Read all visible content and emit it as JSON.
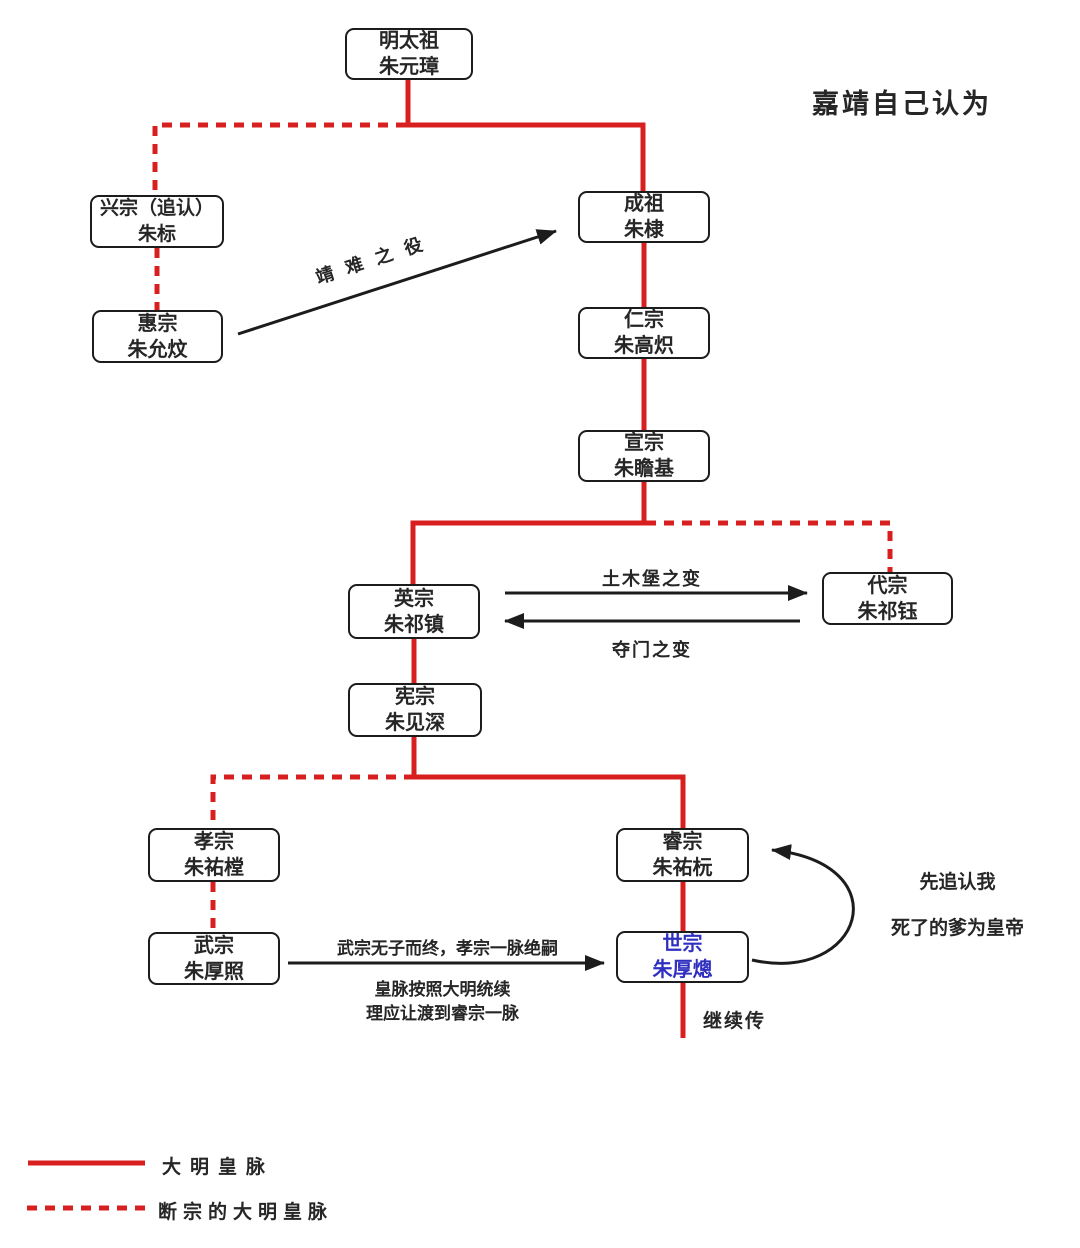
{
  "title": "嘉靖自己认为",
  "nodes": {
    "taizu": {
      "title": "明太祖",
      "name": "朱元璋"
    },
    "xingzong": {
      "title": "兴宗（追认）",
      "name": "朱标"
    },
    "huizong": {
      "title": "惠宗",
      "name": "朱允炆"
    },
    "chengzu": {
      "title": "成祖",
      "name": "朱棣"
    },
    "renzong": {
      "title": "仁宗",
      "name": "朱高炽"
    },
    "xuanzong": {
      "title": "宣宗",
      "name": "朱瞻基"
    },
    "yingzong": {
      "title": "英宗",
      "name": "朱祁镇"
    },
    "daizong": {
      "title": "代宗",
      "name": "朱祁钰"
    },
    "xianzong": {
      "title": "宪宗",
      "name": "朱见深"
    },
    "xiaozong": {
      "title": "孝宗",
      "name": "朱祐樘"
    },
    "wuzong": {
      "title": "武宗",
      "name": "朱厚照"
    },
    "ruizong": {
      "title": "睿宗",
      "name": "朱祐杬"
    },
    "shizong": {
      "title": "世宗",
      "name": "朱厚熜"
    }
  },
  "annotations": {
    "jingnan": "靖难之役",
    "tumubao": "土木堡之变",
    "duomen": "夺门之变",
    "succession_line1": "武宗无子而终，孝宗一脉绝嗣",
    "succession_line2": "皇脉按照大明统续",
    "succession_line3": "理应让渡到睿宗一脉",
    "recognize_line1": "先追认我",
    "recognize_line2": "死了的爹为皇帝",
    "continue_label": "继续传"
  },
  "legend": {
    "solid_label": "大明皇脉",
    "dashed_label": "断宗的大明皇脉"
  },
  "colors": {
    "line_red": "#d71f1f",
    "highlight_blue": "#3030c0",
    "ink": "#1c1c1c"
  }
}
